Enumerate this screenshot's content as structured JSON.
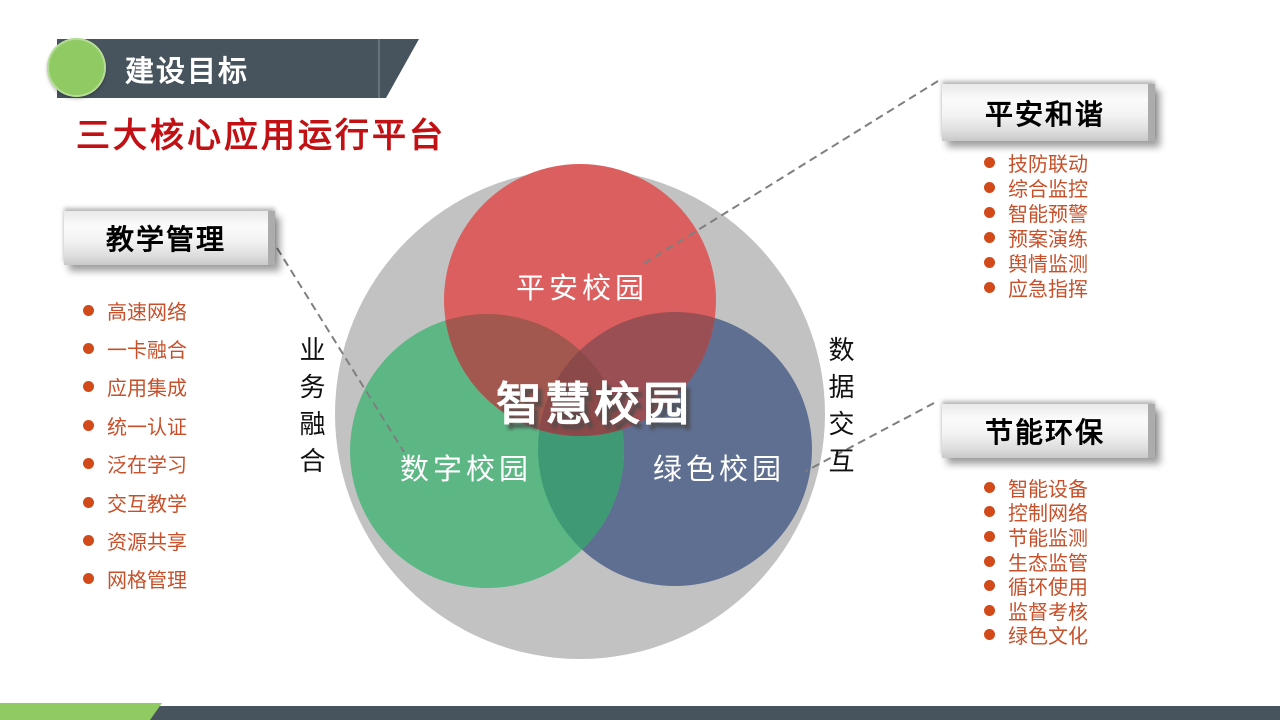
{
  "header": {
    "section_title": "建设目标",
    "page_title": "三大核心应用运行平台"
  },
  "venn": {
    "center_label": "智慧校园",
    "top_circle_label": "平安校园",
    "left_circle_label": "数字校园",
    "right_circle_label": "绿色校园",
    "left_side_label": "业务融合",
    "right_side_label": "数据交互",
    "colors": {
      "outer": "#C2C2C2",
      "red": "#DC5F5F",
      "green": "#5CB785",
      "blue": "#5F6F92",
      "red_green_overlap": "#A2584E",
      "red_blue_overlap": "#9A4F54",
      "green_blue_overlap": "#3F9974",
      "triple_overlap": "#8C4949"
    }
  },
  "panels": {
    "teaching": {
      "title": "教学管理",
      "items": [
        "高速网络",
        "一卡融合",
        "应用集成",
        "统一认证",
        "泛在学习",
        "交互教学",
        "资源共享",
        "网格管理"
      ]
    },
    "safety": {
      "title": "平安和谐",
      "items": [
        "技防联动",
        "综合监控",
        "智能预警",
        "预案演练",
        "舆情监测",
        "应急指挥"
      ]
    },
    "eco": {
      "title": "节能环保",
      "items": [
        "智能设备",
        "控制网络",
        "节能监测",
        "生态监管",
        "循环使用",
        "监督考核",
        "绿色文化"
      ]
    }
  },
  "theme": {
    "banner_color": "#47545E",
    "accent_green": "#8FCA62",
    "title_red": "#C11114",
    "bullet_color": "#D2491A",
    "bullet_text_color": "#C7502A",
    "connector_color": "#7F7F7F"
  }
}
